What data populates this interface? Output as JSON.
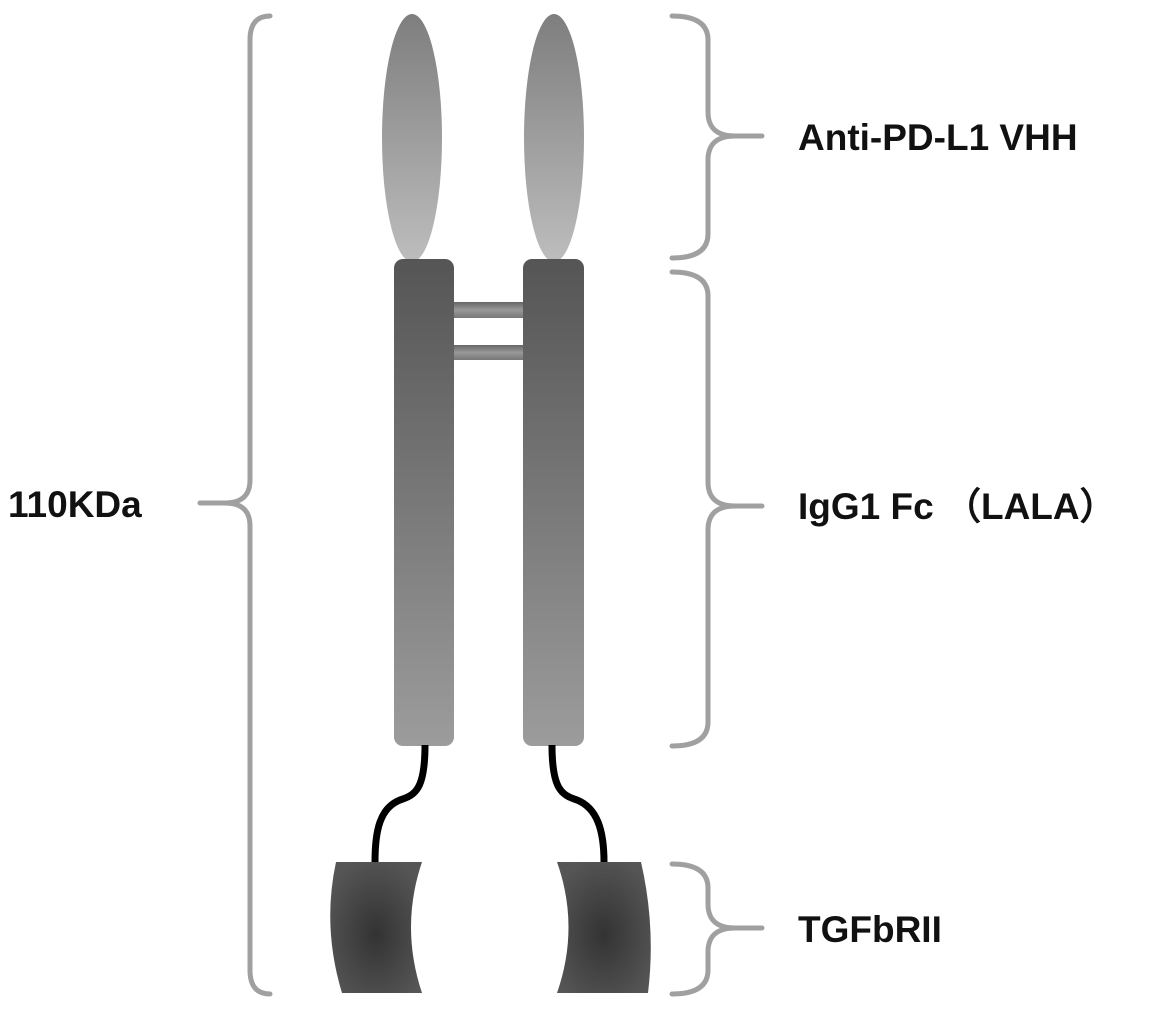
{
  "labels": {
    "molecular_weight": "110KDa",
    "vhh": "Anti-PD-L1 VHH",
    "fc": "IgG1 Fc （LALA）",
    "tgf": "TGFbRII"
  },
  "colors": {
    "vhh_top": "#808080",
    "vhh_bottom": "#b8b8b8",
    "fc_top": "#555555",
    "fc_bottom": "#9a9a9a",
    "tgf": "#4a4a4a",
    "linker": "#000000",
    "brace": "#a0a0a0"
  }
}
